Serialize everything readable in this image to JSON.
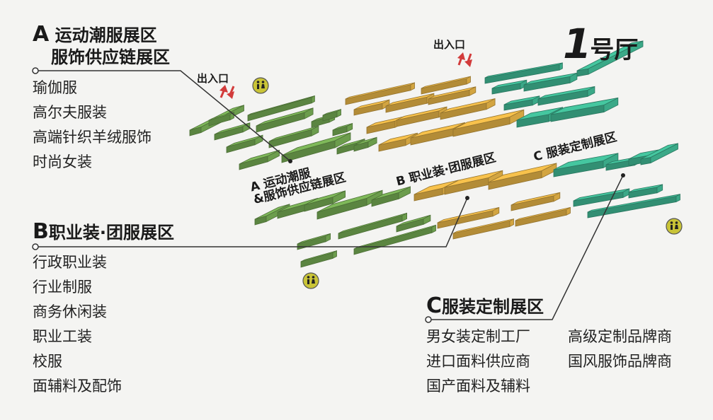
{
  "hall": {
    "number": "1",
    "label": "号厅"
  },
  "entrance_label": "出入口",
  "zones": {
    "a": {
      "letter": "A",
      "title_line1": "运动潮服展区",
      "title_line2": "服饰供应链展区",
      "items": [
        "瑜伽服",
        "高尔夫服装",
        "高端针织羊绒服饰",
        "时尚女装"
      ],
      "map_label_line1": "A 运动潮服",
      "map_label_line2": "&服饰供应链展区",
      "color": "#7fb95a"
    },
    "b": {
      "letter": "B",
      "title": "职业装·团服展区",
      "items": [
        "行政职业装",
        "行业制服",
        "商务休闲装",
        "职业工装",
        "校服",
        "面辅料及配饰"
      ],
      "map_label": "B 职业装·团服展区",
      "color": "#f8c24c"
    },
    "c": {
      "letter": "C",
      "title": "服装定制展区",
      "items_col1": [
        "男女装定制工厂",
        "进口面料供应商",
        "国产面料及辅料"
      ],
      "items_col2": [
        "高级定制品牌商",
        "国风服饰品牌商"
      ],
      "map_label": "C 服装定制展区",
      "color": "#45c7a0"
    }
  },
  "icons": [
    "restroom-icon",
    "entrance-arrows-icon"
  ]
}
